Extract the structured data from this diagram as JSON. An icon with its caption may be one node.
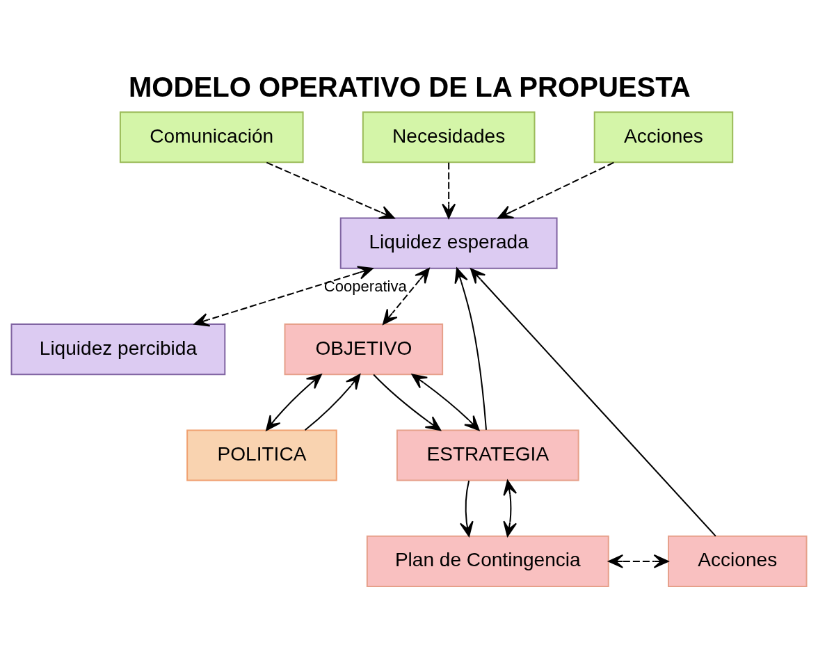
{
  "diagram": {
    "title": "MODELO OPERATIVO DE LA PROPUESTA",
    "nodes": [
      {
        "text": [
          "Comunicación"
        ]
      },
      {
        "text": [
          "Necesidades"
        ]
      },
      {
        "text": [
          "Acciones"
        ]
      },
      {
        "text": [
          "Liquidez esperada"
        ]
      },
      {
        "text": [
          "Liquidez percibida"
        ]
      },
      {
        "text": [
          "Plan de Contingencia"
        ]
      },
      {
        "text": [
          "Acciones"
        ]
      },
      {
        "text": [
          "ESTRATEGIA"
        ]
      },
      {
        "text": [
          "OBJETIVO"
        ]
      },
      {
        "text": [
          "POLITICA"
        ]
      }
    ],
    "edges": [
      {
        "from": 0,
        "to": 3,
        "arrow": "to",
        "style": "dashed"
      },
      {
        "from": 1,
        "to": 3,
        "arrow": "to",
        "style": "dashed"
      },
      {
        "from": 2,
        "to": 3,
        "arrow": "to",
        "style": "dashed"
      },
      {
        "from": 3,
        "to": 8,
        "arrow": "both",
        "style": "dashed",
        "label": "Cooperativa"
      },
      {
        "from": 3,
        "to": 4,
        "arrow": "both",
        "style": "dashed"
      },
      {
        "from": 5,
        "to": 6,
        "arrow": "both",
        "style": "dashed"
      },
      {
        "from": 5,
        "to": 7,
        "arrow": "both"
      },
      {
        "from": 7,
        "to": 5,
        "arrow": "to"
      },
      {
        "from": 7,
        "to": 8,
        "arrow": "both"
      },
      {
        "from": 8,
        "to": 7,
        "arrow": "to"
      },
      {
        "from": 8,
        "to": 9,
        "arrow": "both"
      },
      {
        "from": 9,
        "to": 8,
        "arrow": "to"
      },
      {
        "from": 7,
        "to": 3,
        "arrow": "to"
      },
      {
        "from": 6,
        "to": 3,
        "arrow": "to"
      }
    ]
  }
}
